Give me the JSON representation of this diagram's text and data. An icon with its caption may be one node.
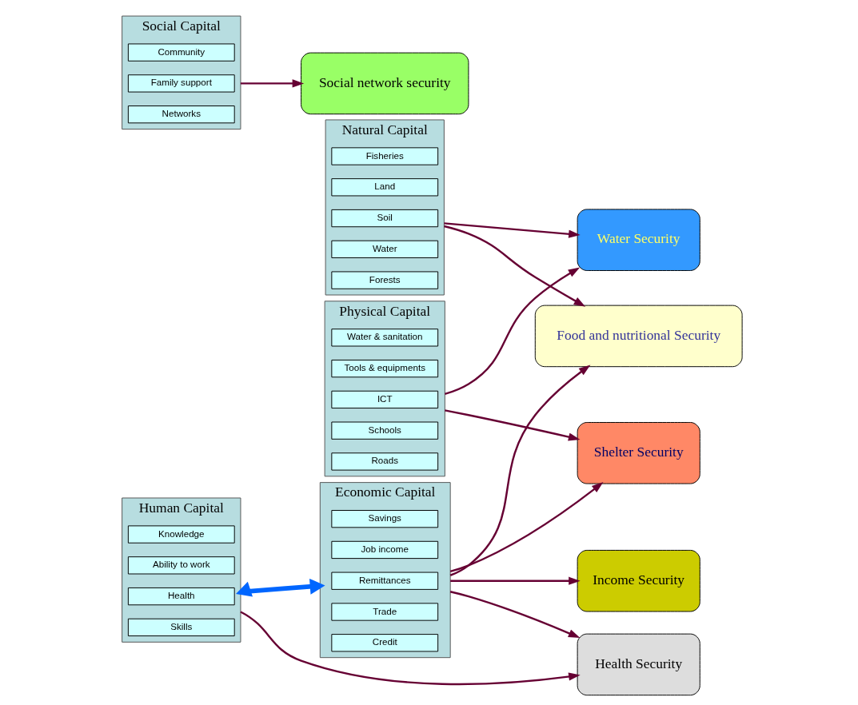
{
  "diagram": {
    "nodes": [
      {
        "text": [
          "Human Capital"
        ]
      },
      {
        "text": [
          "Knowledge"
        ],
        "in": 0
      },
      {
        "text": [
          "Ability to work"
        ],
        "in": 0
      },
      {
        "text": [
          "Health"
        ],
        "in": 0
      },
      {
        "text": [
          "Skills"
        ],
        "in": 0
      },
      {
        "text": [
          "Natural Capital"
        ]
      },
      {
        "text": [
          "Fisheries"
        ],
        "in": 5
      },
      {
        "text": [
          "Land"
        ],
        "in": 5
      },
      {
        "text": [
          "Soil"
        ],
        "in": 5
      },
      {
        "text": [
          "Water"
        ],
        "in": 5
      },
      {
        "text": [
          "Forests"
        ],
        "in": 5
      },
      {
        "text": [
          "Economic Capital"
        ]
      },
      {
        "text": [
          "Savings"
        ],
        "in": 11
      },
      {
        "text": [
          "Job income"
        ],
        "in": 11
      },
      {
        "text": [
          "Remittances"
        ],
        "in": 11
      },
      {
        "text": [
          "Trade"
        ],
        "in": 11
      },
      {
        "text": [
          "Credit"
        ],
        "in": 11
      },
      {
        "text": [
          "Food and nutritional Security"
        ]
      },
      {
        "text": [
          "Health Security"
        ]
      },
      {
        "text": [
          "Water Security"
        ]
      },
      {
        "text": [
          "Income Security"
        ]
      },
      {
        "text": [
          "Shelter Security"
        ]
      },
      {
        "text": [
          "Social network security"
        ]
      },
      {
        "text": [
          "Physical Capital"
        ]
      },
      {
        "text": [
          "Water & sanitation"
        ],
        "in": 23
      },
      {
        "text": [
          "Tools & equipments"
        ],
        "in": 23
      },
      {
        "text": [
          "ICT"
        ],
        "in": 23
      },
      {
        "text": [
          "Schools"
        ],
        "in": 23
      },
      {
        "text": [
          "Roads"
        ],
        "in": 23
      },
      {
        "text": [
          "Social Capital"
        ]
      },
      {
        "text": [
          "Community"
        ],
        "in": 29
      },
      {
        "text": [
          "Family support"
        ],
        "in": 29
      },
      {
        "text": [
          "Networks"
        ],
        "in": 29
      }
    ],
    "edges": [
      {
        "from": 0,
        "to": 18,
        "arrow": "to"
      },
      {
        "from": 0,
        "to": 11,
        "arrow": "both",
        "style": "thick",
        "color": "#0066ff"
      },
      {
        "from": 5,
        "to": 17,
        "arrow": "to"
      },
      {
        "from": 5,
        "to": 19,
        "arrow": "to"
      },
      {
        "from": 11,
        "to": 18,
        "arrow": "to"
      },
      {
        "from": 11,
        "to": 17,
        "arrow": "to"
      },
      {
        "from": 11,
        "to": 20,
        "arrow": "to"
      },
      {
        "from": 11,
        "to": 21,
        "arrow": "to"
      },
      {
        "from": 23,
        "to": 19,
        "arrow": "to"
      },
      {
        "from": 23,
        "to": 21,
        "arrow": "to"
      },
      {
        "from": 29,
        "to": 22,
        "arrow": "to"
      }
    ]
  }
}
